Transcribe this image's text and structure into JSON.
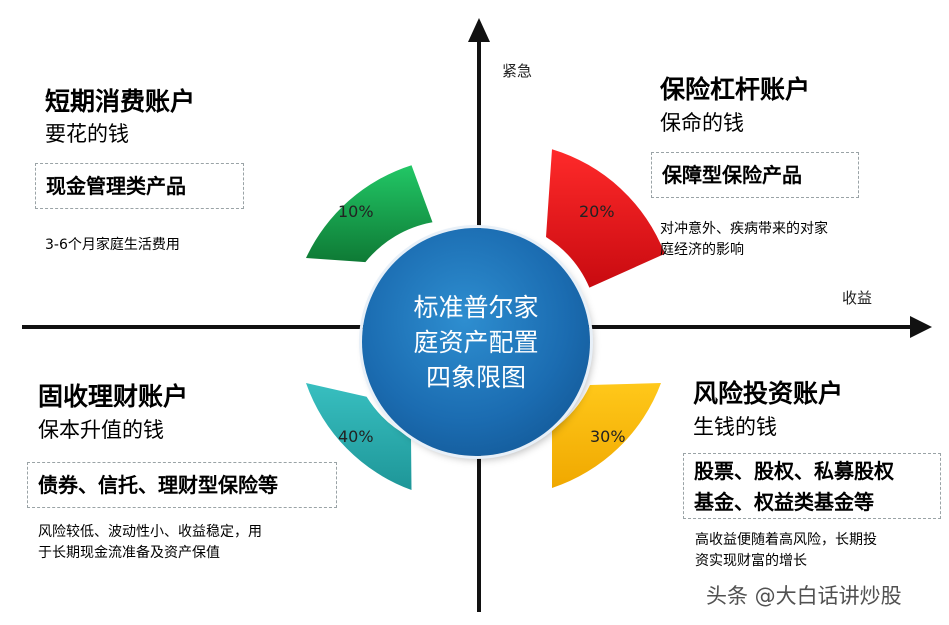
{
  "axes": {
    "vertical_label": "紧急",
    "horizontal_label": "收益"
  },
  "center": {
    "text": "标准普尔家\n庭资产配置\n四象限图"
  },
  "quadrants": {
    "top_left": {
      "title": "短期消费账户",
      "subtitle": "要花的钱",
      "box": "现金管理类产品",
      "note": "3-6个月家庭生活费用",
      "percent": "10%",
      "color": "#1a9a4a"
    },
    "top_right": {
      "title": "保险杠杆账户",
      "subtitle": "保命的钱",
      "box": "保障型保险产品",
      "note": "对冲意外、疾病带来的对家\n庭经济的影响",
      "percent": "20%",
      "color": "#e8141c"
    },
    "bottom_left": {
      "title": "固收理财账户",
      "subtitle": "保本升值的钱",
      "box": "债券、信托、理财型保险等",
      "note": "风险较低、波动性小、收益稳定，用\n于长期现金流准备及资产保值",
      "percent": "40%",
      "color": "#2aadb0"
    },
    "bottom_right": {
      "title": "风险投资账户",
      "subtitle": "生钱的钱",
      "box": "股票、股权、私募股权\n基金、权益类基金等",
      "note": "高收益便随着高风险，长期投\n资实现财富的增长",
      "percent": "30%",
      "color": "#f5b800"
    }
  },
  "watermark": "头条 @大白话讲炒股"
}
